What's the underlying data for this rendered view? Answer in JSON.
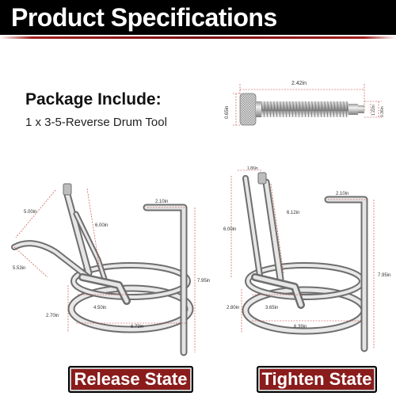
{
  "header": {
    "title": "Product Specifications"
  },
  "package": {
    "title": "Package Include:",
    "item": "1 x 3-5-Reverse Drum Tool"
  },
  "bolt": {
    "length": "2.42in",
    "head_height": "0.65in",
    "tip_a": "1.22in",
    "tip_b": "0.36in"
  },
  "release": {
    "d_500": "5.00in",
    "d_600": "6.00in",
    "d_553": "5.53in",
    "d_210": "2.10in",
    "d_795": "7.95in",
    "d_270": "2.70in",
    "d_450": "4.50in",
    "d_672": "6.72in",
    "label": "Release State"
  },
  "tighten": {
    "d_186": "1.86in",
    "d_612": "6.12in",
    "d_600": "6.00in",
    "d_210": "2.10in",
    "d_795": "7.95in",
    "d_280": "2.80in",
    "d_365": "3.65in",
    "d_639": "6.39in",
    "label": "Tighten State"
  },
  "colors": {
    "header_bg": "#000000",
    "label_bg": "#8b1c1c",
    "dimension_line": "#c0392b"
  }
}
